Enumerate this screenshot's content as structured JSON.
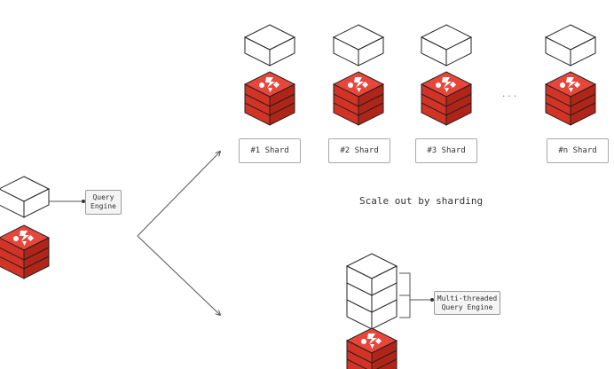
{
  "left": {
    "engine_label_line1": "Query",
    "engine_label_line2": "Engine"
  },
  "shards": [
    {
      "label": "#1 Shard"
    },
    {
      "label": "#2 Shard"
    },
    {
      "label": "#3 Shard"
    },
    {
      "label": "#n Shard"
    }
  ],
  "ellipsis": "...",
  "scale_caption": "Scale out by sharding",
  "multi": {
    "label_line1": "Multi-threaded",
    "label_line2": "Query Engine"
  },
  "colors": {
    "redis_top": "#e8463a",
    "redis_left": "#d23325",
    "redis_right": "#b12418",
    "stroke": "#222222",
    "connector": "#555555"
  }
}
